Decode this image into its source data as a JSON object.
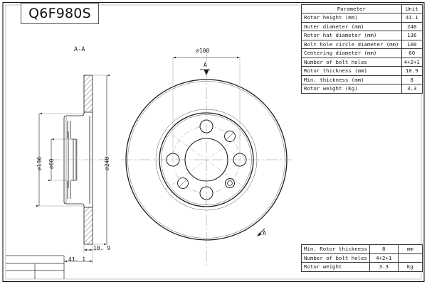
{
  "drawing": {
    "part_number": "Q6F980S",
    "section_label": "A-A",
    "section_arrow_top": "A",
    "section_arrow_bottom": "A",
    "dimensions": {
      "bolt_circle": "⌀100",
      "rotor_hat": "⌀136",
      "centering": "⌀60",
      "outer": "⌀240",
      "thickness": "10. 9",
      "height": "41. 1"
    }
  },
  "param_table": {
    "headers": [
      "Parameter",
      "Unit"
    ],
    "rows": [
      {
        "parameter": "Rotor height (mm)",
        "value": "41.1"
      },
      {
        "parameter": "Outer diameter (mm)",
        "value": "240"
      },
      {
        "parameter": "Rotor hat diameter (mm)",
        "value": "136"
      },
      {
        "parameter": "Bolt hole circle diameter (mm)",
        "value": "100"
      },
      {
        "parameter": "Centering diameter (mm)",
        "value": "60"
      },
      {
        "parameter": "Number of bolt holes",
        "value": "4+2+1"
      },
      {
        "parameter": "Rotor thickness (mm)",
        "value": "10.9"
      },
      {
        "parameter": "Min. thickness (mm)",
        "value": "8"
      },
      {
        "parameter": "Rotor weight (Kg)",
        "value": "3.3"
      }
    ]
  },
  "summary_table": {
    "rows": [
      {
        "label": "Min. Rotor thickness",
        "value": "8",
        "unit": "mm"
      },
      {
        "label": "Number of bolt holes",
        "value": "4+2+1",
        "unit": ""
      },
      {
        "label": "Rotor weight",
        "value": "3.3",
        "unit": "Kg"
      }
    ]
  },
  "colors": {
    "line": "#1a1a1a",
    "thin": "#555555",
    "center": "#777777",
    "background": "#ffffff"
  }
}
